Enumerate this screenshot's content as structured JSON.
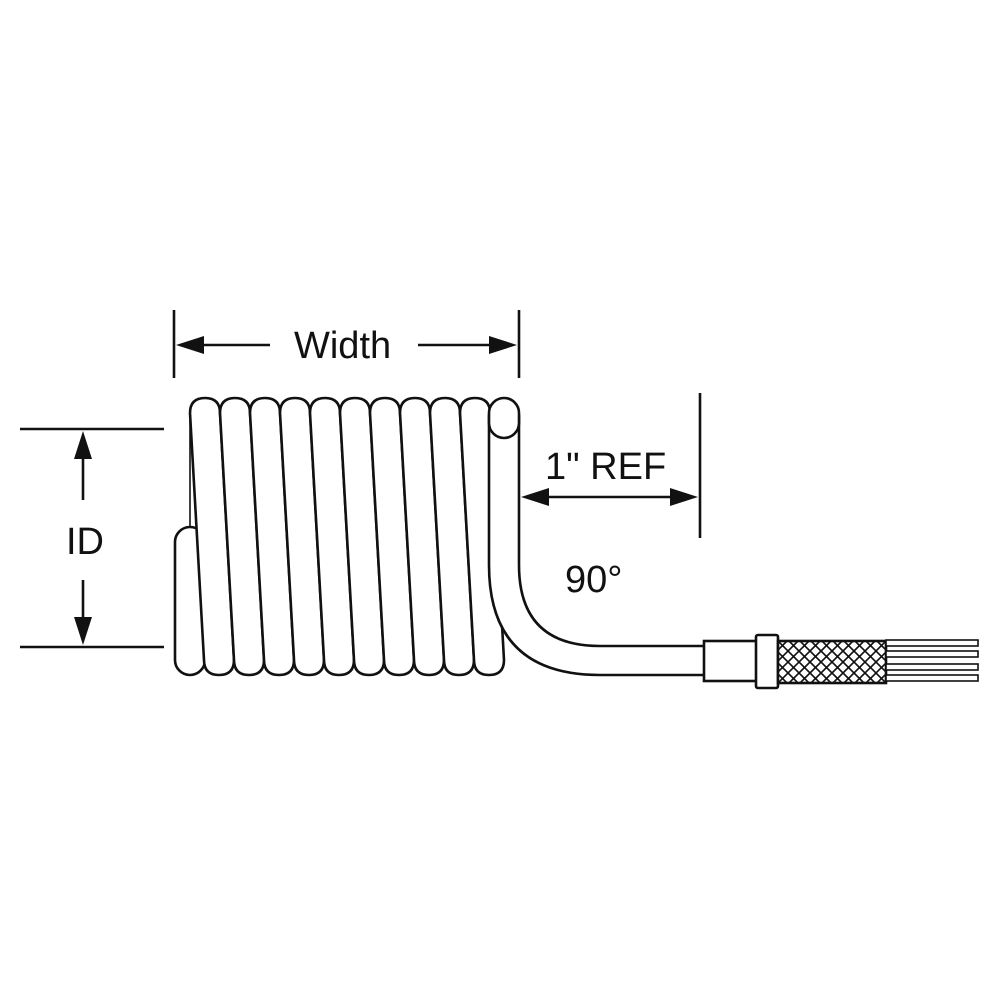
{
  "labels": {
    "width": "Width",
    "inner_diameter": "ID",
    "reference_length": "1\" REF",
    "bend_angle": "90°"
  },
  "colors": {
    "ink": "#111111",
    "background": "#ffffff"
  }
}
